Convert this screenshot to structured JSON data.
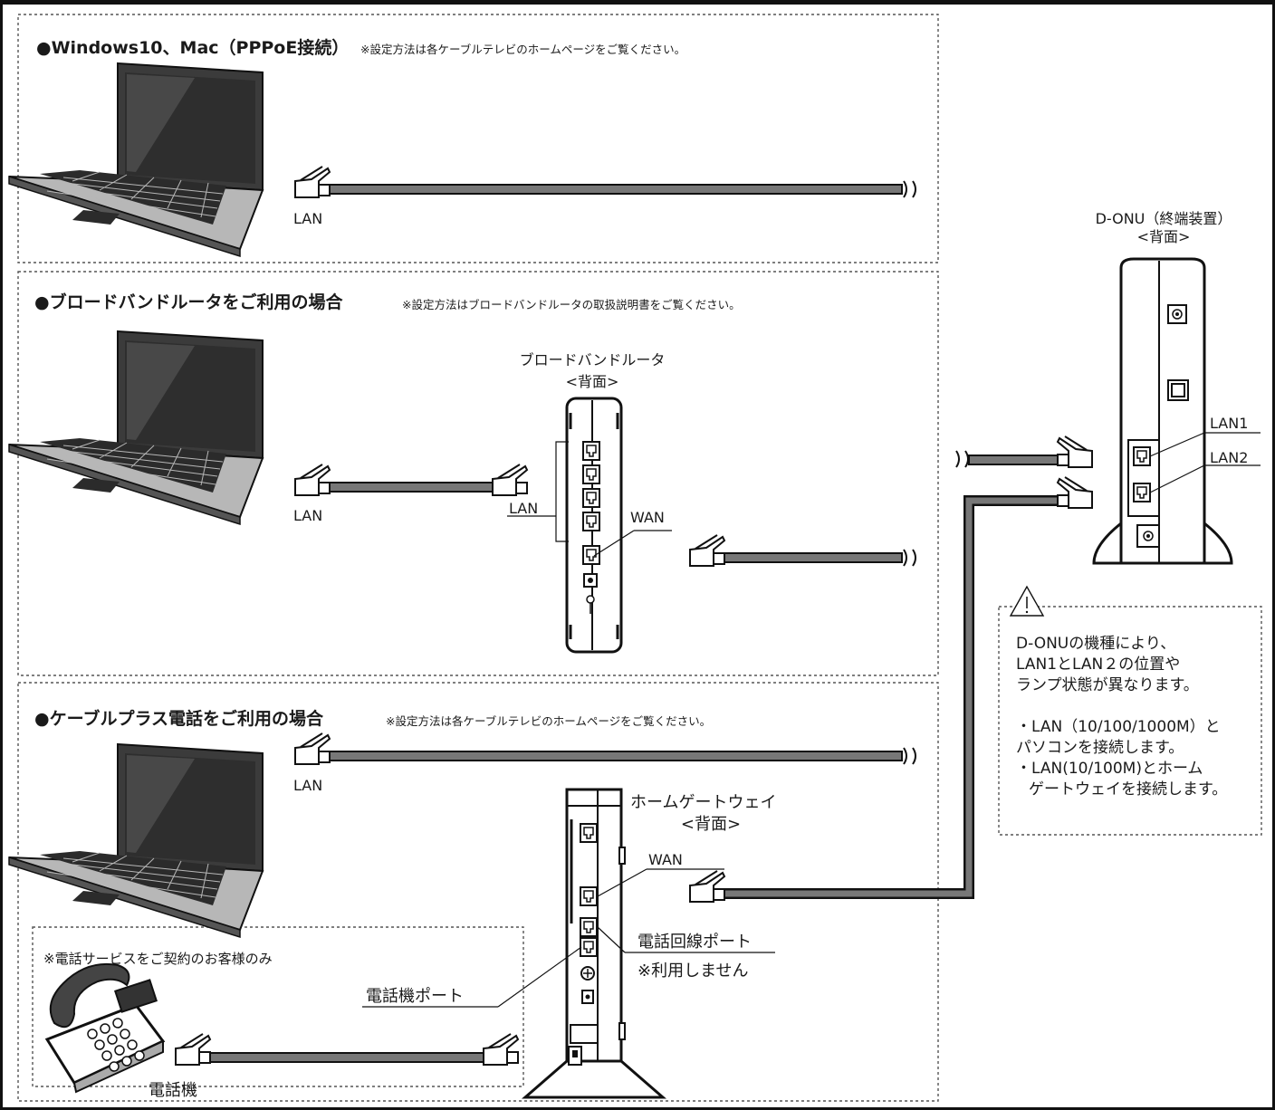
{
  "sections": [
    {
      "heading": "●Windows10、Mac（PPPoE接続）",
      "note": "※設定方法は各ケーブルテレビのホームページをご覧ください。"
    },
    {
      "heading": "●ブロードバンドルータをご利用の場合",
      "note": "※設定方法はブロードバンドルータの取扱説明書をご覧ください。"
    },
    {
      "heading": "●ケーブルプラス電話をご利用の場合",
      "note": "※設定方法は各ケーブルテレビのホームページをご覧ください。"
    }
  ],
  "labels": {
    "lan": "LAN",
    "wan": "WAN",
    "router_name": "ブロードバンドルータ",
    "rear": "<背面>",
    "hgw_name": "ホームゲートウェイ",
    "donu_name": "D-ONU（終端装置）",
    "lan1": "LAN1",
    "lan2": "LAN2",
    "phone_line_port": "電話回線ポート",
    "not_used": "※利用しません",
    "phone_service_note": "※電話サービスをご契約のお客様のみ",
    "phone_port": "電話機ポート",
    "phone": "電話機"
  },
  "caution": {
    "lines": [
      "D-ONUの機種により、",
      "LAN1とLAN２の位置や",
      "ランプ状態が異なります。",
      "",
      "・LAN（10/100/1000M）と",
      "パソコンを接続します。",
      "・LAN(10/100M)とホーム",
      "ゲートウェイを接続します。"
    ]
  },
  "icons": [
    "laptop-icon",
    "phone-icon",
    "lan-plug-icon",
    "warning-triangle-icon",
    "cable-break-icon"
  ]
}
